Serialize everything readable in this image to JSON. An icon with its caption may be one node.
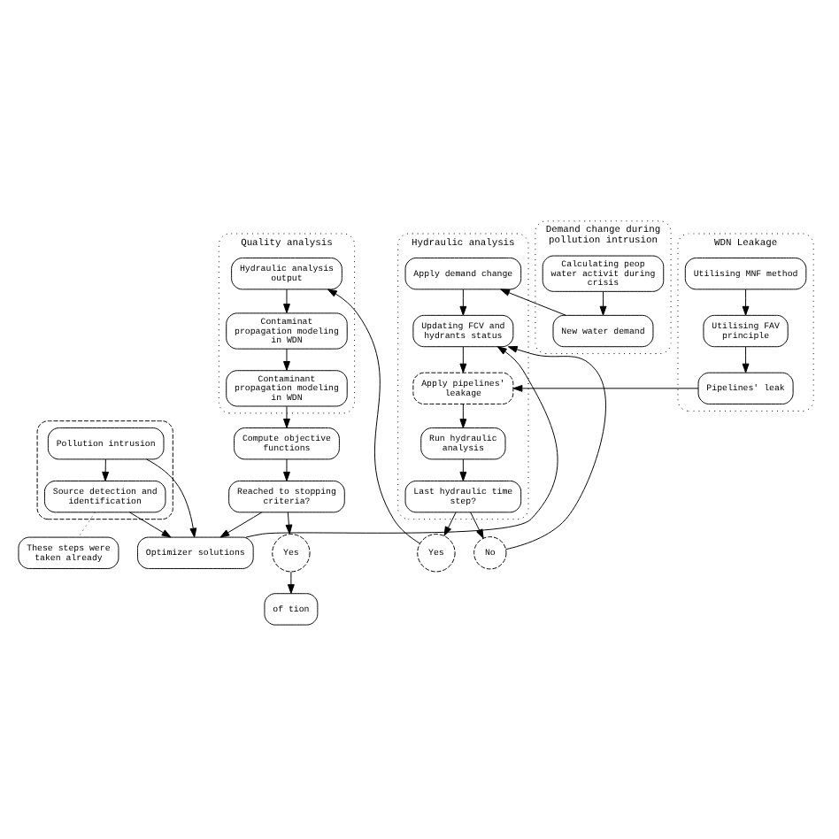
{
  "diagram": {
    "nodes": [
      {
        "text": [],
        "shape": "box"
      },
      {
        "text": [
          "Pollution intrusion"
        ],
        "in": 0
      },
      {
        "text": [
          "Source detection and identification"
        ],
        "in": 0
      },
      {
        "text": [
          "These steps were taken already"
        ]
      },
      {
        "text": [
          "Optimizer solutions"
        ]
      },
      {
        "text": [
          "Quality analysis"
        ]
      },
      {
        "text": [
          "Contaminat propagation modeling in WDN"
        ],
        "in": 5
      },
      {
        "text": [
          "Hydraulic analysis output"
        ],
        "in": 5
      },
      {
        "text": [
          "Contaminant propagation modeling in WDN"
        ],
        "in": 5
      },
      {
        "text": [
          "Compute objective functions"
        ]
      },
      {
        "text": [
          "Reached to stopping criteria?"
        ]
      },
      {
        "text": [
          "Yes"
        ]
      },
      {
        "text": [
          "of tion"
        ]
      },
      {
        "text": [
          "Hydraulic analysis"
        ]
      },
      {
        "text": [
          "Apply demand change"
        ],
        "in": 13
      },
      {
        "text": [
          "Updating FCV and hydrants status"
        ],
        "in": 13
      },
      {
        "text": [
          "Apply pipelines' leakage"
        ],
        "in": 13
      },
      {
        "text": [
          "Run hydraulic analysis"
        ],
        "in": 13
      },
      {
        "text": [
          "Last hydraulic time step?"
        ],
        "in": 13
      },
      {
        "text": [
          "No"
        ]
      },
      {
        "text": [
          "Yes"
        ]
      },
      {
        "text": [
          "Demand change during pollution intrusion"
        ]
      },
      {
        "text": [
          "Calculating peop water activit during crisis"
        ],
        "in": 21
      },
      {
        "text": [
          "New water demand"
        ],
        "in": 21
      },
      {
        "text": [
          "WDN Leakage"
        ]
      },
      {
        "text": [
          "Utilising MNF method"
        ],
        "in": 24
      },
      {
        "text": [
          "Utilising FAV principle"
        ],
        "in": 24
      },
      {
        "text": [
          "Pipelines' leak"
        ],
        "in": 24
      }
    ],
    "edges": [
      {
        "from": 1,
        "to": 2,
        "arrow": "to"
      },
      {
        "from": 1,
        "to": 4,
        "arrow": "to"
      },
      {
        "from": 2,
        "to": 4,
        "arrow": "to"
      },
      {
        "from": 2,
        "to": 3,
        "arrow": "none",
        "style": "dashed"
      },
      {
        "from": 10,
        "to": 4,
        "arrow": "to"
      },
      {
        "from": 4,
        "to": 15,
        "arrow": "to"
      },
      {
        "from": 7,
        "to": 6,
        "arrow": "to"
      },
      {
        "from": 6,
        "to": 8,
        "arrow": "to"
      },
      {
        "from": 8,
        "to": 9,
        "arrow": "to"
      },
      {
        "from": 9,
        "to": 10,
        "arrow": "to"
      },
      {
        "from": 10,
        "to": 11,
        "arrow": "to"
      },
      {
        "from": 11,
        "to": 12,
        "arrow": "to"
      },
      {
        "from": 14,
        "to": 15,
        "arrow": "to"
      },
      {
        "from": 15,
        "to": 16,
        "arrow": "to"
      },
      {
        "from": 16,
        "to": 17,
        "arrow": "to"
      },
      {
        "from": 17,
        "to": 18,
        "arrow": "to"
      },
      {
        "from": 18,
        "to": 19,
        "arrow": "to"
      },
      {
        "from": 19,
        "to": 15,
        "arrow": "to"
      },
      {
        "from": 18,
        "to": 20,
        "arrow": "to"
      },
      {
        "from": 20,
        "to": 7,
        "arrow": "to"
      },
      {
        "from": 22,
        "to": 23,
        "arrow": "to"
      },
      {
        "from": 23,
        "to": 14,
        "arrow": "to"
      },
      {
        "from": 25,
        "to": 26,
        "arrow": "to"
      },
      {
        "from": 26,
        "to": 27,
        "arrow": "to"
      },
      {
        "from": 27,
        "to": 16,
        "arrow": "to"
      }
    ]
  }
}
